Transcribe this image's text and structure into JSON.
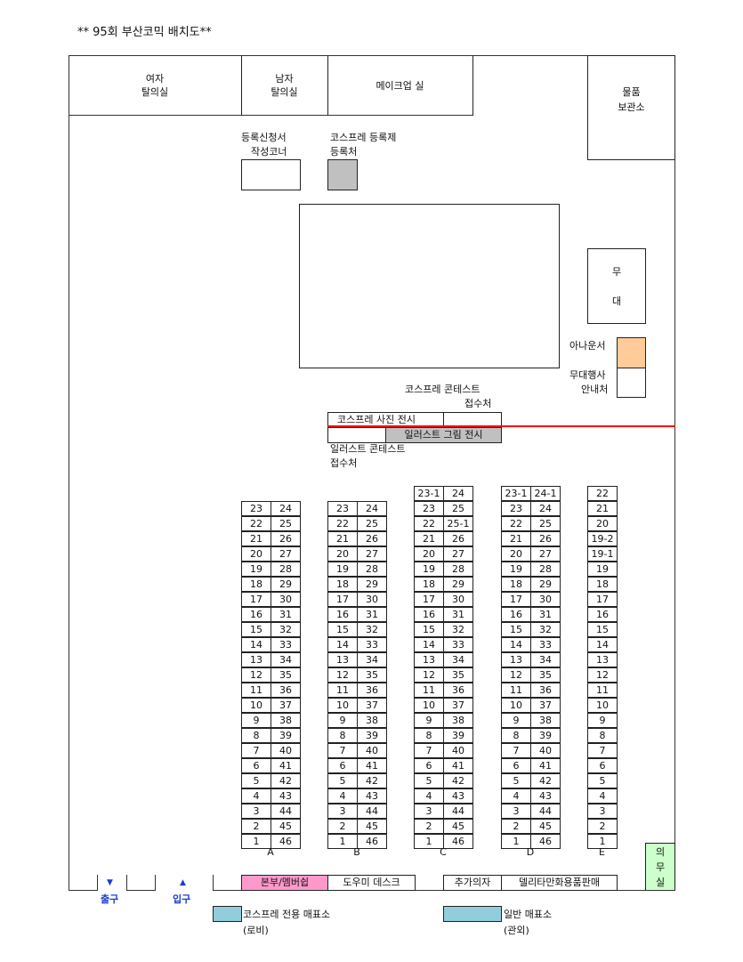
{
  "title": "**  95회 부산코믹 배치도**",
  "rooms": {
    "women_changing": [
      "여자",
      "탈의실"
    ],
    "men_changing": [
      "남자",
      "탈의실"
    ],
    "makeup": "메이크업 실",
    "storage": [
      "물품",
      "보관소"
    ],
    "registration_form": [
      "등록신청서",
      "작성코너"
    ],
    "cosplay_registration": [
      "코스프레 등록제",
      "등록처"
    ],
    "stage": [
      "무",
      "대"
    ],
    "announcer": "아나운서",
    "stage_info": [
      "무대행사",
      "안내처"
    ],
    "cosplay_contest_reception": [
      "코스프레 콘테스트",
      "접수처"
    ],
    "cosplay_photo_exhibit": "코스프레 사진 전시",
    "illust_exhibit": "일러스트 그림 전시",
    "illust_contest_reception": [
      "일러스트 콘테스트",
      "접수처"
    ],
    "medical": [
      "의",
      "무",
      "실"
    ]
  },
  "bottom_bar": {
    "exit": "출구",
    "entrance": "입구",
    "hq": "본부/멤버쉽",
    "helper_desk": "도우미 데스크",
    "extra_chairs": "추가의자",
    "deli_goods": "델리타만화용품판매"
  },
  "legend": {
    "cosplay_ticket": [
      "코스프레 전용 매표소",
      "(로비)"
    ],
    "general_ticket": [
      "일반 매표소",
      "(관외)"
    ]
  },
  "colors": {
    "gray": "#c0c0c0",
    "announcer": "#ffcc99",
    "hq": "#ff99cc",
    "ticket": "#92cddc",
    "medical": "#ccffcc",
    "red_line": "#ff0000",
    "blue_text": "#1a3cd6"
  },
  "seating": {
    "A": {
      "label": "A",
      "rows": [
        [
          "23",
          "24"
        ],
        [
          "22",
          "25"
        ],
        [
          "21",
          "26"
        ],
        [
          "20",
          "27"
        ],
        [
          "19",
          "28"
        ],
        [
          "18",
          "29"
        ],
        [
          "17",
          "30"
        ],
        [
          "16",
          "31"
        ],
        [
          "15",
          "32"
        ],
        [
          "14",
          "33"
        ],
        [
          "13",
          "34"
        ],
        [
          "12",
          "35"
        ],
        [
          "11",
          "36"
        ],
        [
          "10",
          "37"
        ],
        [
          "9",
          "38"
        ],
        [
          "8",
          "39"
        ],
        [
          "7",
          "40"
        ],
        [
          "6",
          "41"
        ],
        [
          "5",
          "42"
        ],
        [
          "4",
          "43"
        ],
        [
          "3",
          "44"
        ],
        [
          "2",
          "45"
        ],
        [
          "1",
          "46"
        ]
      ]
    },
    "B": {
      "label": "B",
      "rows": [
        [
          "23",
          "24"
        ],
        [
          "22",
          "25"
        ],
        [
          "21",
          "26"
        ],
        [
          "20",
          "27"
        ],
        [
          "19",
          "28"
        ],
        [
          "18",
          "29"
        ],
        [
          "17",
          "30"
        ],
        [
          "16",
          "31"
        ],
        [
          "15",
          "32"
        ],
        [
          "14",
          "33"
        ],
        [
          "13",
          "34"
        ],
        [
          "12",
          "35"
        ],
        [
          "11",
          "36"
        ],
        [
          "10",
          "37"
        ],
        [
          "9",
          "38"
        ],
        [
          "8",
          "39"
        ],
        [
          "7",
          "40"
        ],
        [
          "6",
          "41"
        ],
        [
          "5",
          "42"
        ],
        [
          "4",
          "43"
        ],
        [
          "3",
          "44"
        ],
        [
          "2",
          "45"
        ],
        [
          "1",
          "46"
        ]
      ]
    },
    "C": {
      "label": "C",
      "rows": [
        [
          "23-1",
          "24"
        ],
        [
          "23",
          "25"
        ],
        [
          "22",
          "25-1"
        ],
        [
          "21",
          "26"
        ],
        [
          "20",
          "27"
        ],
        [
          "19",
          "28"
        ],
        [
          "18",
          "29"
        ],
        [
          "17",
          "30"
        ],
        [
          "16",
          "31"
        ],
        [
          "15",
          "32"
        ],
        [
          "14",
          "33"
        ],
        [
          "13",
          "34"
        ],
        [
          "12",
          "35"
        ],
        [
          "11",
          "36"
        ],
        [
          "10",
          "37"
        ],
        [
          "9",
          "38"
        ],
        [
          "8",
          "39"
        ],
        [
          "7",
          "40"
        ],
        [
          "6",
          "41"
        ],
        [
          "5",
          "42"
        ],
        [
          "4",
          "43"
        ],
        [
          "3",
          "44"
        ],
        [
          "2",
          "45"
        ],
        [
          "1",
          "46"
        ]
      ]
    },
    "D": {
      "label": "D",
      "rows": [
        [
          "23-1",
          "24-1"
        ],
        [
          "23",
          "24"
        ],
        [
          "22",
          "25"
        ],
        [
          "21",
          "26"
        ],
        [
          "20",
          "27"
        ],
        [
          "19",
          "28"
        ],
        [
          "18",
          "29"
        ],
        [
          "17",
          "30"
        ],
        [
          "16",
          "31"
        ],
        [
          "15",
          "32"
        ],
        [
          "14",
          "33"
        ],
        [
          "13",
          "34"
        ],
        [
          "12",
          "35"
        ],
        [
          "11",
          "36"
        ],
        [
          "10",
          "37"
        ],
        [
          "9",
          "38"
        ],
        [
          "8",
          "39"
        ],
        [
          "7",
          "40"
        ],
        [
          "6",
          "41"
        ],
        [
          "5",
          "42"
        ],
        [
          "4",
          "43"
        ],
        [
          "3",
          "44"
        ],
        [
          "2",
          "45"
        ],
        [
          "1",
          "46"
        ]
      ]
    },
    "E": {
      "label": "E",
      "rows": [
        [
          "22"
        ],
        [
          "21"
        ],
        [
          "20"
        ],
        [
          "19-2"
        ],
        [
          "19-1"
        ],
        [
          "19"
        ],
        [
          "18"
        ],
        [
          "17"
        ],
        [
          "16"
        ],
        [
          "15"
        ],
        [
          "14"
        ],
        [
          "13"
        ],
        [
          "12"
        ],
        [
          "11"
        ],
        [
          "10"
        ],
        [
          "9"
        ],
        [
          "8"
        ],
        [
          "7"
        ],
        [
          "6"
        ],
        [
          "5"
        ],
        [
          "4"
        ],
        [
          "3"
        ],
        [
          "2"
        ],
        [
          "1"
        ]
      ]
    }
  }
}
